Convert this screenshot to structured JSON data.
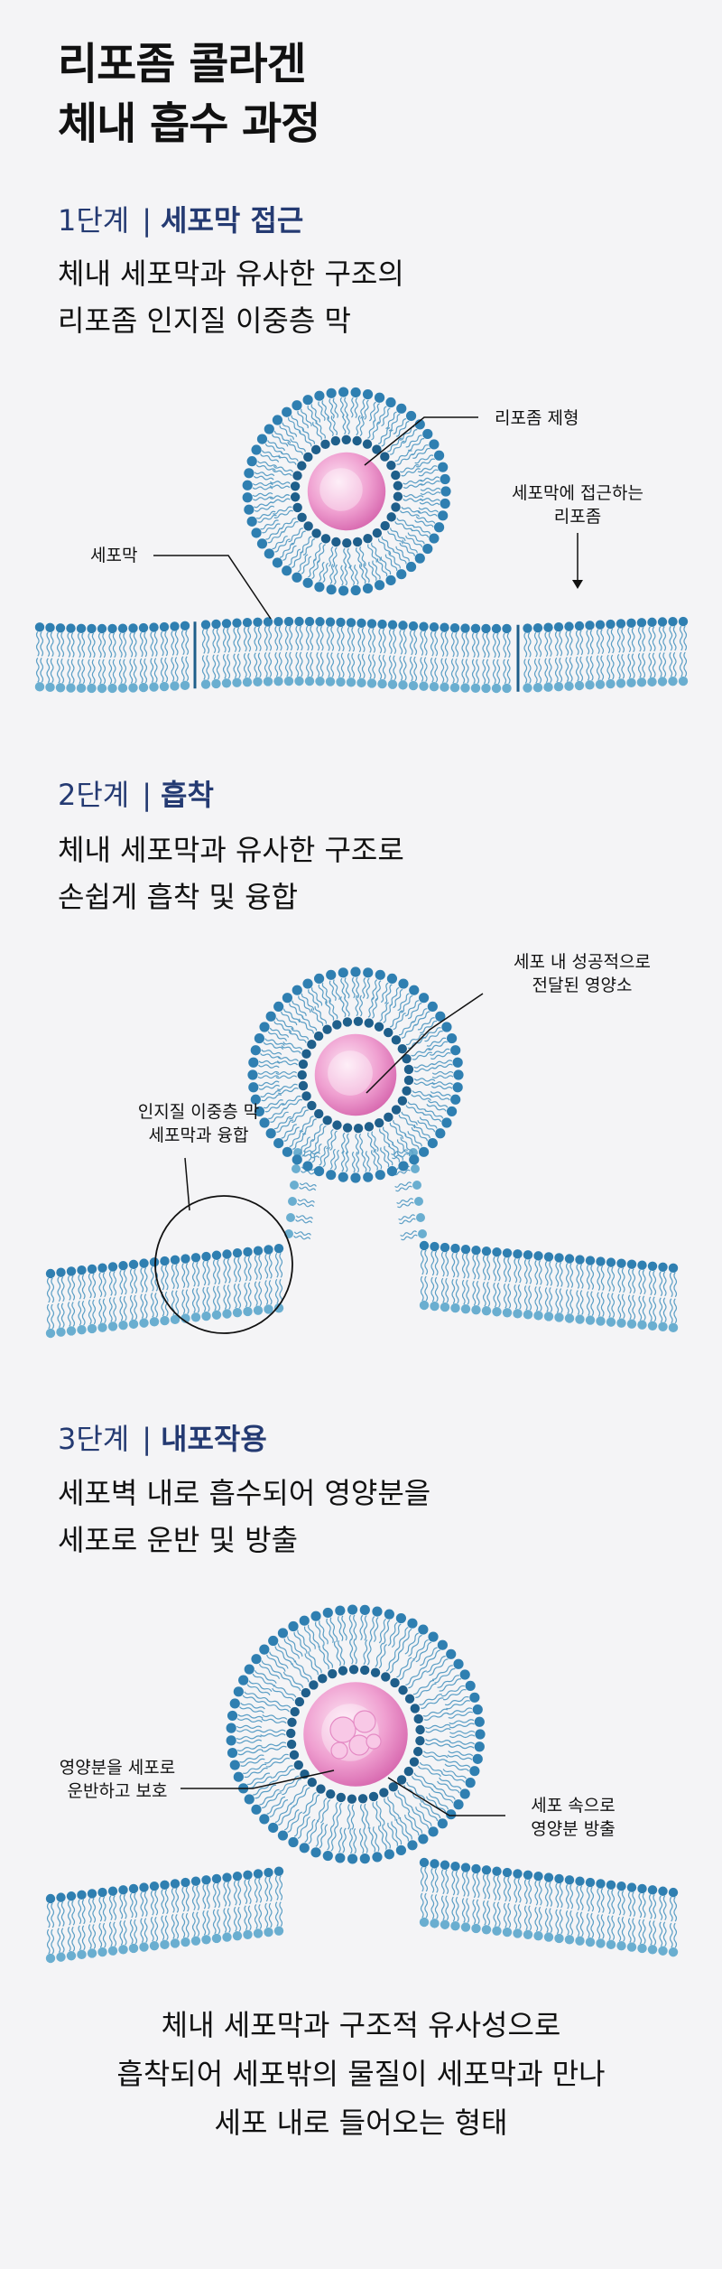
{
  "title": {
    "line1": "리포좀 콜라겐",
    "line2": "체내 흡수 과정"
  },
  "stages": [
    {
      "num": "1단계",
      "sep": "|",
      "name": "세포막 접근",
      "desc": [
        "체내 세포막과 유사한 구조의",
        "리포좀 인지질 이중층 막"
      ],
      "labels": [
        "리포좀 제형",
        "세포막에 접근하는",
        "리포좀",
        "세포막"
      ]
    },
    {
      "num": "2단계",
      "sep": "|",
      "name": "흡착",
      "desc": [
        "체내 세포막과 유사한 구조로",
        "손쉽게 흡착 및 융합"
      ],
      "labels": [
        "세포 내 성공적으로",
        "전달된 영양소",
        "인지질 이중층 막",
        "세포막과 융합"
      ]
    },
    {
      "num": "3단계",
      "sep": "|",
      "name": "내포작용",
      "desc": [
        "세포벽 내로 흡수되어 영양분을",
        "세포로 운반 및 방출"
      ],
      "labels": [
        "영양분을 세포로",
        "운반하고 보호",
        "세포 속으로",
        "영양분 방출"
      ]
    }
  ],
  "footer": [
    "체내 세포막과 구조적 유사성으로",
    "흡착되어 세포밖의 물질이 세포막과 만나",
    "세포 내로 들어오는 형태"
  ],
  "colors": {
    "stage_accent": "#243a72",
    "head_dark": "#1f5f8b",
    "head_mid": "#2f7fb1",
    "head_light": "#6aaed0",
    "tail": "#5b9ec5",
    "core": "#ef9fd0"
  }
}
